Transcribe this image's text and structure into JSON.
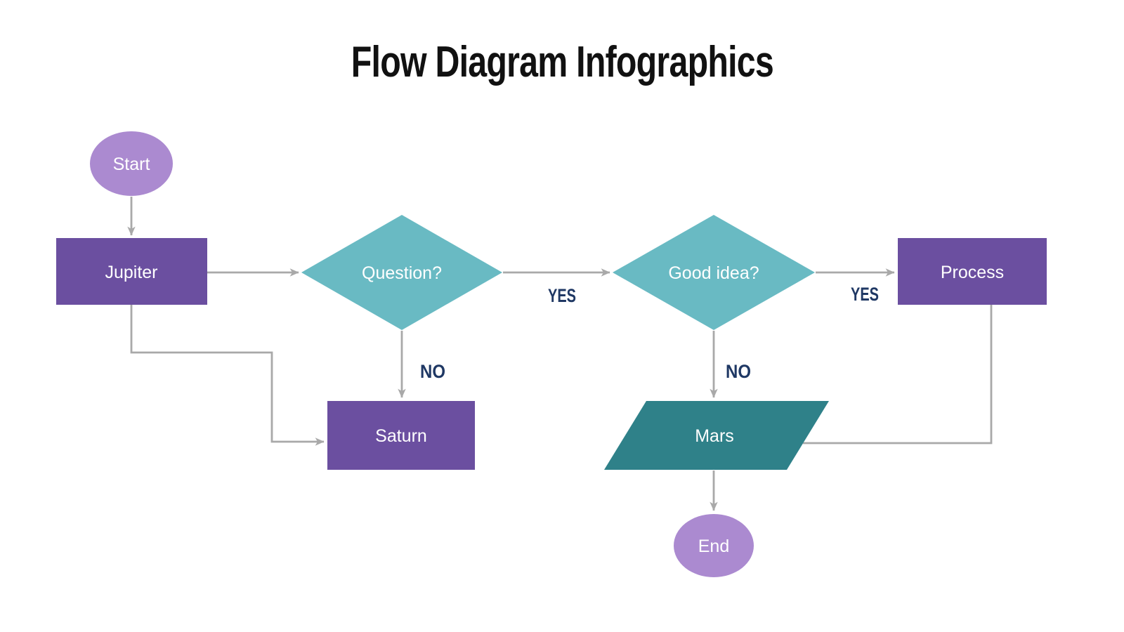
{
  "title": "Flow Diagram Infographics",
  "colors": {
    "background": "#ffffff",
    "title_text": "#111111",
    "node_purple": "#6b4fa0",
    "node_lavender": "#ab8ad0",
    "decision_teal": "#69bac3",
    "io_dark_teal": "#2f8189",
    "node_text": "#ffffff",
    "connector_gray": "#a9a9a9",
    "branch_label_navy": "#1f3864"
  },
  "nodes": {
    "start": {
      "label": "Start",
      "shape": "ellipse"
    },
    "jupiter": {
      "label": "Jupiter",
      "shape": "rectangle"
    },
    "question": {
      "label": "Question?",
      "shape": "diamond"
    },
    "good_idea": {
      "label": "Good idea?",
      "shape": "diamond"
    },
    "process": {
      "label": "Process",
      "shape": "rectangle"
    },
    "saturn": {
      "label": "Saturn",
      "shape": "rectangle"
    },
    "mars": {
      "label": "Mars",
      "shape": "parallelogram"
    },
    "end": {
      "label": "End",
      "shape": "ellipse"
    }
  },
  "edges": [
    {
      "from": "start",
      "to": "jupiter",
      "label": ""
    },
    {
      "from": "jupiter",
      "to": "question",
      "label": ""
    },
    {
      "from": "question",
      "to": "good_idea",
      "label": "YES"
    },
    {
      "from": "good_idea",
      "to": "process",
      "label": "YES"
    },
    {
      "from": "question",
      "to": "saturn",
      "label": "NO"
    },
    {
      "from": "good_idea",
      "to": "mars",
      "label": "NO"
    },
    {
      "from": "jupiter",
      "to": "saturn",
      "label": ""
    },
    {
      "from": "process",
      "to": "mars",
      "label": ""
    },
    {
      "from": "mars",
      "to": "end",
      "label": ""
    }
  ]
}
